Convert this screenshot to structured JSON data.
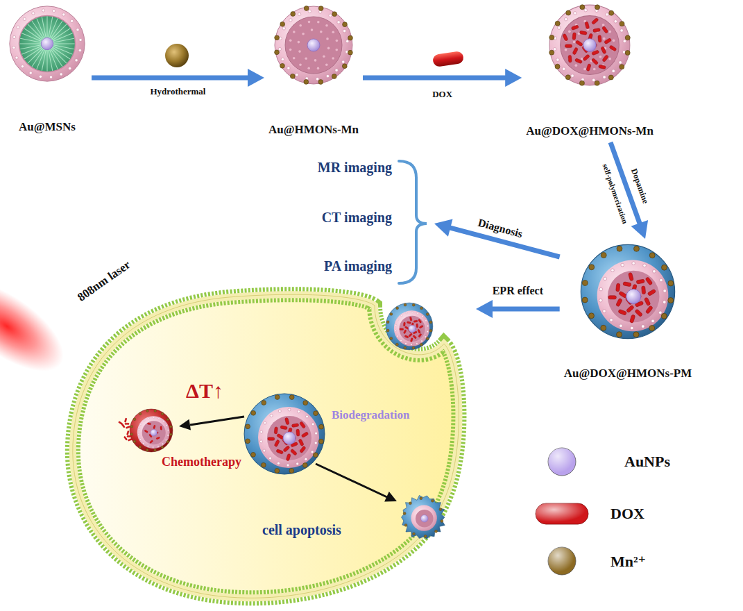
{
  "diagram": {
    "nodes": [
      {
        "text": [
          "Au@MSNs"
        ]
      },
      {
        "text": [
          "Au@HMONs-Mn"
        ]
      },
      {
        "text": [
          "Au@DOX@HMONs-Mn"
        ]
      },
      {
        "text": [
          "MR imaging",
          "CT imaging",
          "PA imaging"
        ]
      },
      {
        "text": [
          "Au@DOX@HMONs-PM"
        ]
      },
      {
        "text": [
          "cell apoptosis"
        ]
      },
      {
        "text": [
          "Chemotherapy"
        ],
        "in": 5
      },
      {
        "text": [
          "Biodegradation"
        ],
        "in": 5
      }
    ],
    "edges": [
      {
        "from": 0,
        "to": 1,
        "label": "Hydrothermal",
        "arrow": "to"
      },
      {
        "from": 1,
        "to": 2,
        "label": "DOX",
        "arrow": "to"
      },
      {
        "from": 2,
        "to": 4,
        "label": "Dopamine",
        "arrow": "to"
      },
      {
        "from": 4,
        "to": 3,
        "label": "Diagnosis",
        "arrow": "to"
      },
      {
        "from": 4,
        "to": 5,
        "label": "EPR effect",
        "arrow": "to"
      }
    ],
    "labels": [
      "self-polymerization",
      "808nm laser",
      "ΔT↑"
    ],
    "legend": [
      {
        "text": "AuNPs",
        "color": "#b9a2ec"
      },
      {
        "text": "DOX",
        "color": "#d0161a"
      },
      {
        "text": "Mn²⁺",
        "color": "#8c6a22"
      }
    ]
  }
}
